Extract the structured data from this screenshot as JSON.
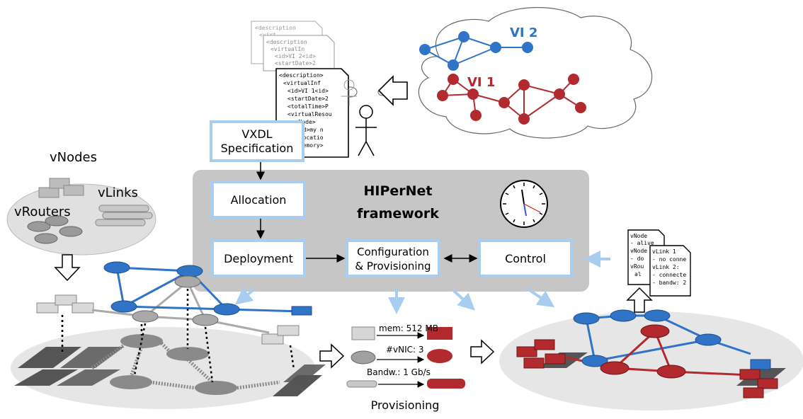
{
  "framework": {
    "title_line1": "HIPerNet",
    "title_line2": "framework"
  },
  "boxes": {
    "vxdl_line1": "VXDL",
    "vxdl_line2": "Specification",
    "allocation": "Allocation",
    "deployment": "Deployment",
    "config_line1": "Configuration",
    "config_line2": "& Provisioning",
    "control": "Control"
  },
  "infrastructures": {
    "vi2": "VI 2",
    "vi1": "VI 1"
  },
  "resources": {
    "vnodes": "vNodes",
    "vlinks": "vLinks",
    "vrouters": "vRouters"
  },
  "provisioning": {
    "mem": "mem: 512 MB",
    "vnic": "#vNIC: 3",
    "bandw": "Bandw.: 1 Gb/s",
    "caption": "Provisioning"
  },
  "vxdl_doc_front": [
    "<description>",
    "<virtualInf",
    "<id>VI 1<id>",
    "<startDate>2",
    "<totalTime>P",
    "<virtualResou",
    "<vNode>",
    "<id>my n",
    "<locatio",
    "<memory>"
  ],
  "vxdl_doc_mid": [
    "<description",
    "<virtualIn",
    "<id>VI 2<id>",
    "<startDate>2"
  ],
  "vxdl_doc_back": [
    "<description",
    "<virt"
  ],
  "monitor_doc1": [
    "vNode",
    "- alive",
    "vNode",
    "- do",
    "vRou",
    "al"
  ],
  "monitor_doc2": [
    "vLink 1",
    "- no conne",
    "vLink 2:",
    "- connecte",
    "- bandw: 2"
  ],
  "colors": {
    "vi1_red": "#b22a2e",
    "vi2_blue": "#2f74c6",
    "framework_gray": "#c6c6c6",
    "box_border": "#a9cdee",
    "arrow_light_blue": "#a9cdee"
  }
}
